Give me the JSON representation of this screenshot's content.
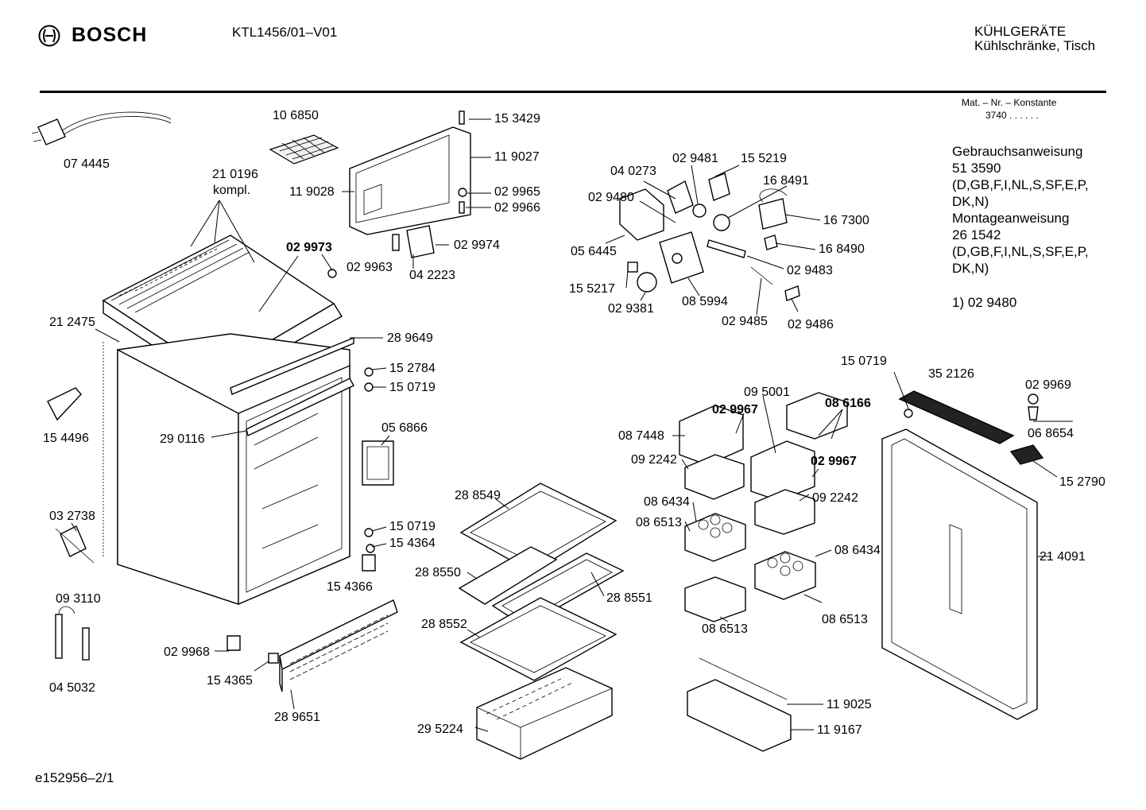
{
  "header": {
    "brand": "BOSCH",
    "model": "KTL1456/01–V01",
    "category": "KÜHLGERÄTE",
    "subcategory": "Kühlschränke, Tisch"
  },
  "side_info": {
    "mat_label": "Mat. – Nr. – Konstante",
    "mat_value": "3740 . . . . . .",
    "lines": [
      "Gebrauchsanweisung",
      "51 3590",
      "(D,GB,F,I,NL,S,SF,E,P,",
      "DK,N)",
      "Montageanweisung",
      "26 1542",
      "(D,GB,F,I,NL,S,SF,E,P,",
      "DK,N)"
    ],
    "footnote": "1)  02 9480"
  },
  "footer": {
    "doc_id": "e152956–2/1"
  },
  "part_labels": [
    "07 4445",
    "10 6850",
    "15 3429",
    "11 9027",
    "11 9028",
    "02 9965",
    "02 9966",
    "21 0196",
    "kompl.",
    "02 9973",
    "02 9963",
    "04 2223",
    "02 9974",
    "21 2475",
    "28 9649",
    "15 2784",
    "15 0719",
    "15 4496",
    "29 0116",
    "05 6866",
    "03 2738",
    "15 0719",
    "15 4364",
    "15 4366",
    "09 3110",
    "04 5032",
    "02 9968",
    "15 4365",
    "28 9651",
    "04 0273",
    "02 9481",
    "15 5219",
    "16 8491",
    "02 9480",
    "16 7300",
    "05 6445",
    "16 8490",
    "02 9483",
    "15 5217",
    "02 9381",
    "08 5994",
    "02 9485",
    "02 9486",
    "28 8549",
    "28 8550",
    "28 8551",
    "28 8552",
    "29 5224",
    "09 5001",
    "02 9967",
    "08 6166",
    "08 7448",
    "09 2242",
    "02 9967",
    "09 2242",
    "08 6434",
    "08 6513",
    "08 6434",
    "08 6513",
    "08 6513",
    "11 9025",
    "11 9167",
    "15 0719",
    "35 2126",
    "02 9969",
    "06 8654",
    "15 2790",
    "21 4091"
  ]
}
